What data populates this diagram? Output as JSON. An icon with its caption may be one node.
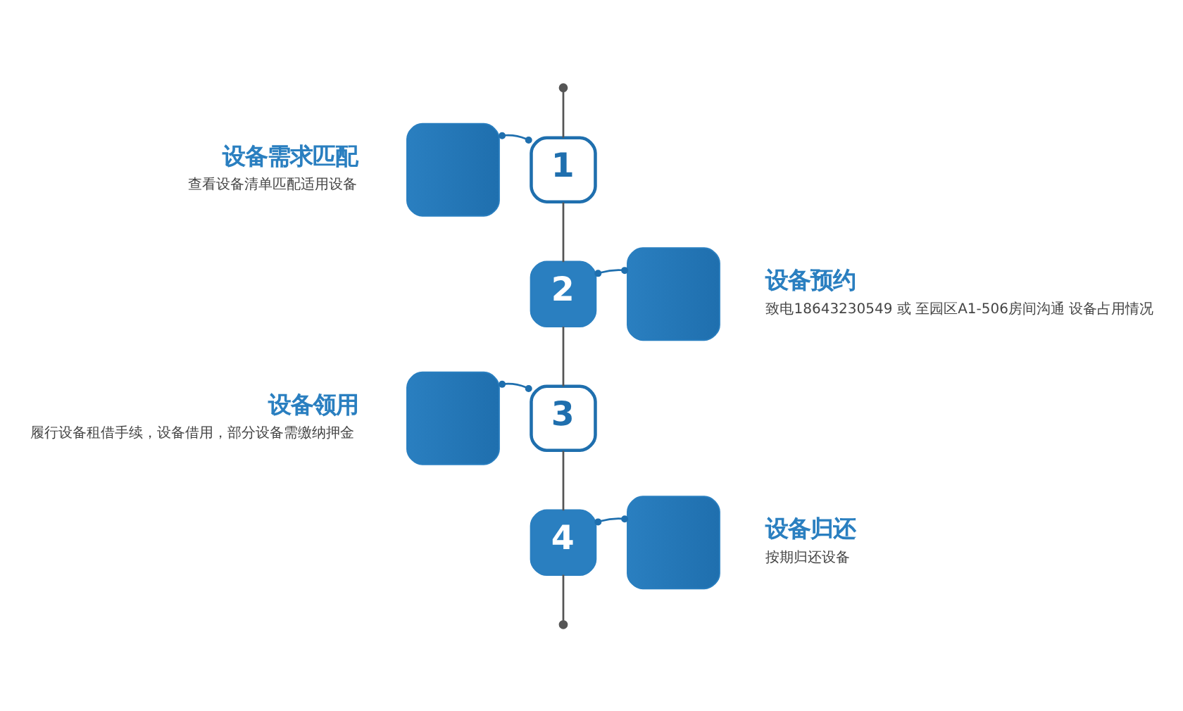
{
  "diagram": {
    "nodes": [
      {
        "text": [],
        "shape": "circle"
      },
      {
        "text": [],
        "shape": "box",
        "beside": [
          "设备需求匹配",
          "查看设备清单匹配适用设备"
        ]
      },
      {
        "text": [
          "1"
        ]
      },
      {
        "text": [
          "2"
        ]
      },
      {
        "text": [],
        "shape": "box",
        "beside": [
          "设备预约",
          "致电18643230549 或 至园区A1-506房间沟通 设备占用情况"
        ]
      },
      {
        "text": [],
        "shape": "box",
        "beside": [
          "设备领用",
          "履行设备租借手续，设备借用，部分设备需缴纳押金"
        ]
      },
      {
        "text": [
          "3"
        ]
      },
      {
        "text": [
          "4"
        ]
      },
      {
        "text": [],
        "shape": "box",
        "beside": [
          "设备归还",
          "按期归还设备"
        ]
      },
      {
        "text": [],
        "shape": "circle"
      }
    ],
    "edges": [
      {
        "from": 0,
        "to": 2,
        "arrow": "none",
        "color": "#555555"
      },
      {
        "from": 1,
        "to": 2,
        "arrow": "other"
      },
      {
        "from": 2,
        "to": 3,
        "arrow": "none",
        "color": "#555555"
      },
      {
        "from": 3,
        "to": 4,
        "arrow": "other"
      },
      {
        "from": 3,
        "to": 6,
        "arrow": "none",
        "color": "#555555"
      },
      {
        "from": 6,
        "to": 5,
        "arrow": "other"
      },
      {
        "from": 6,
        "to": 7,
        "arrow": "none",
        "color": "#555555"
      },
      {
        "from": 7,
        "to": 8,
        "arrow": "other"
      },
      {
        "from": 7,
        "to": 9,
        "arrow": "none",
        "color": "#555555"
      }
    ]
  }
}
